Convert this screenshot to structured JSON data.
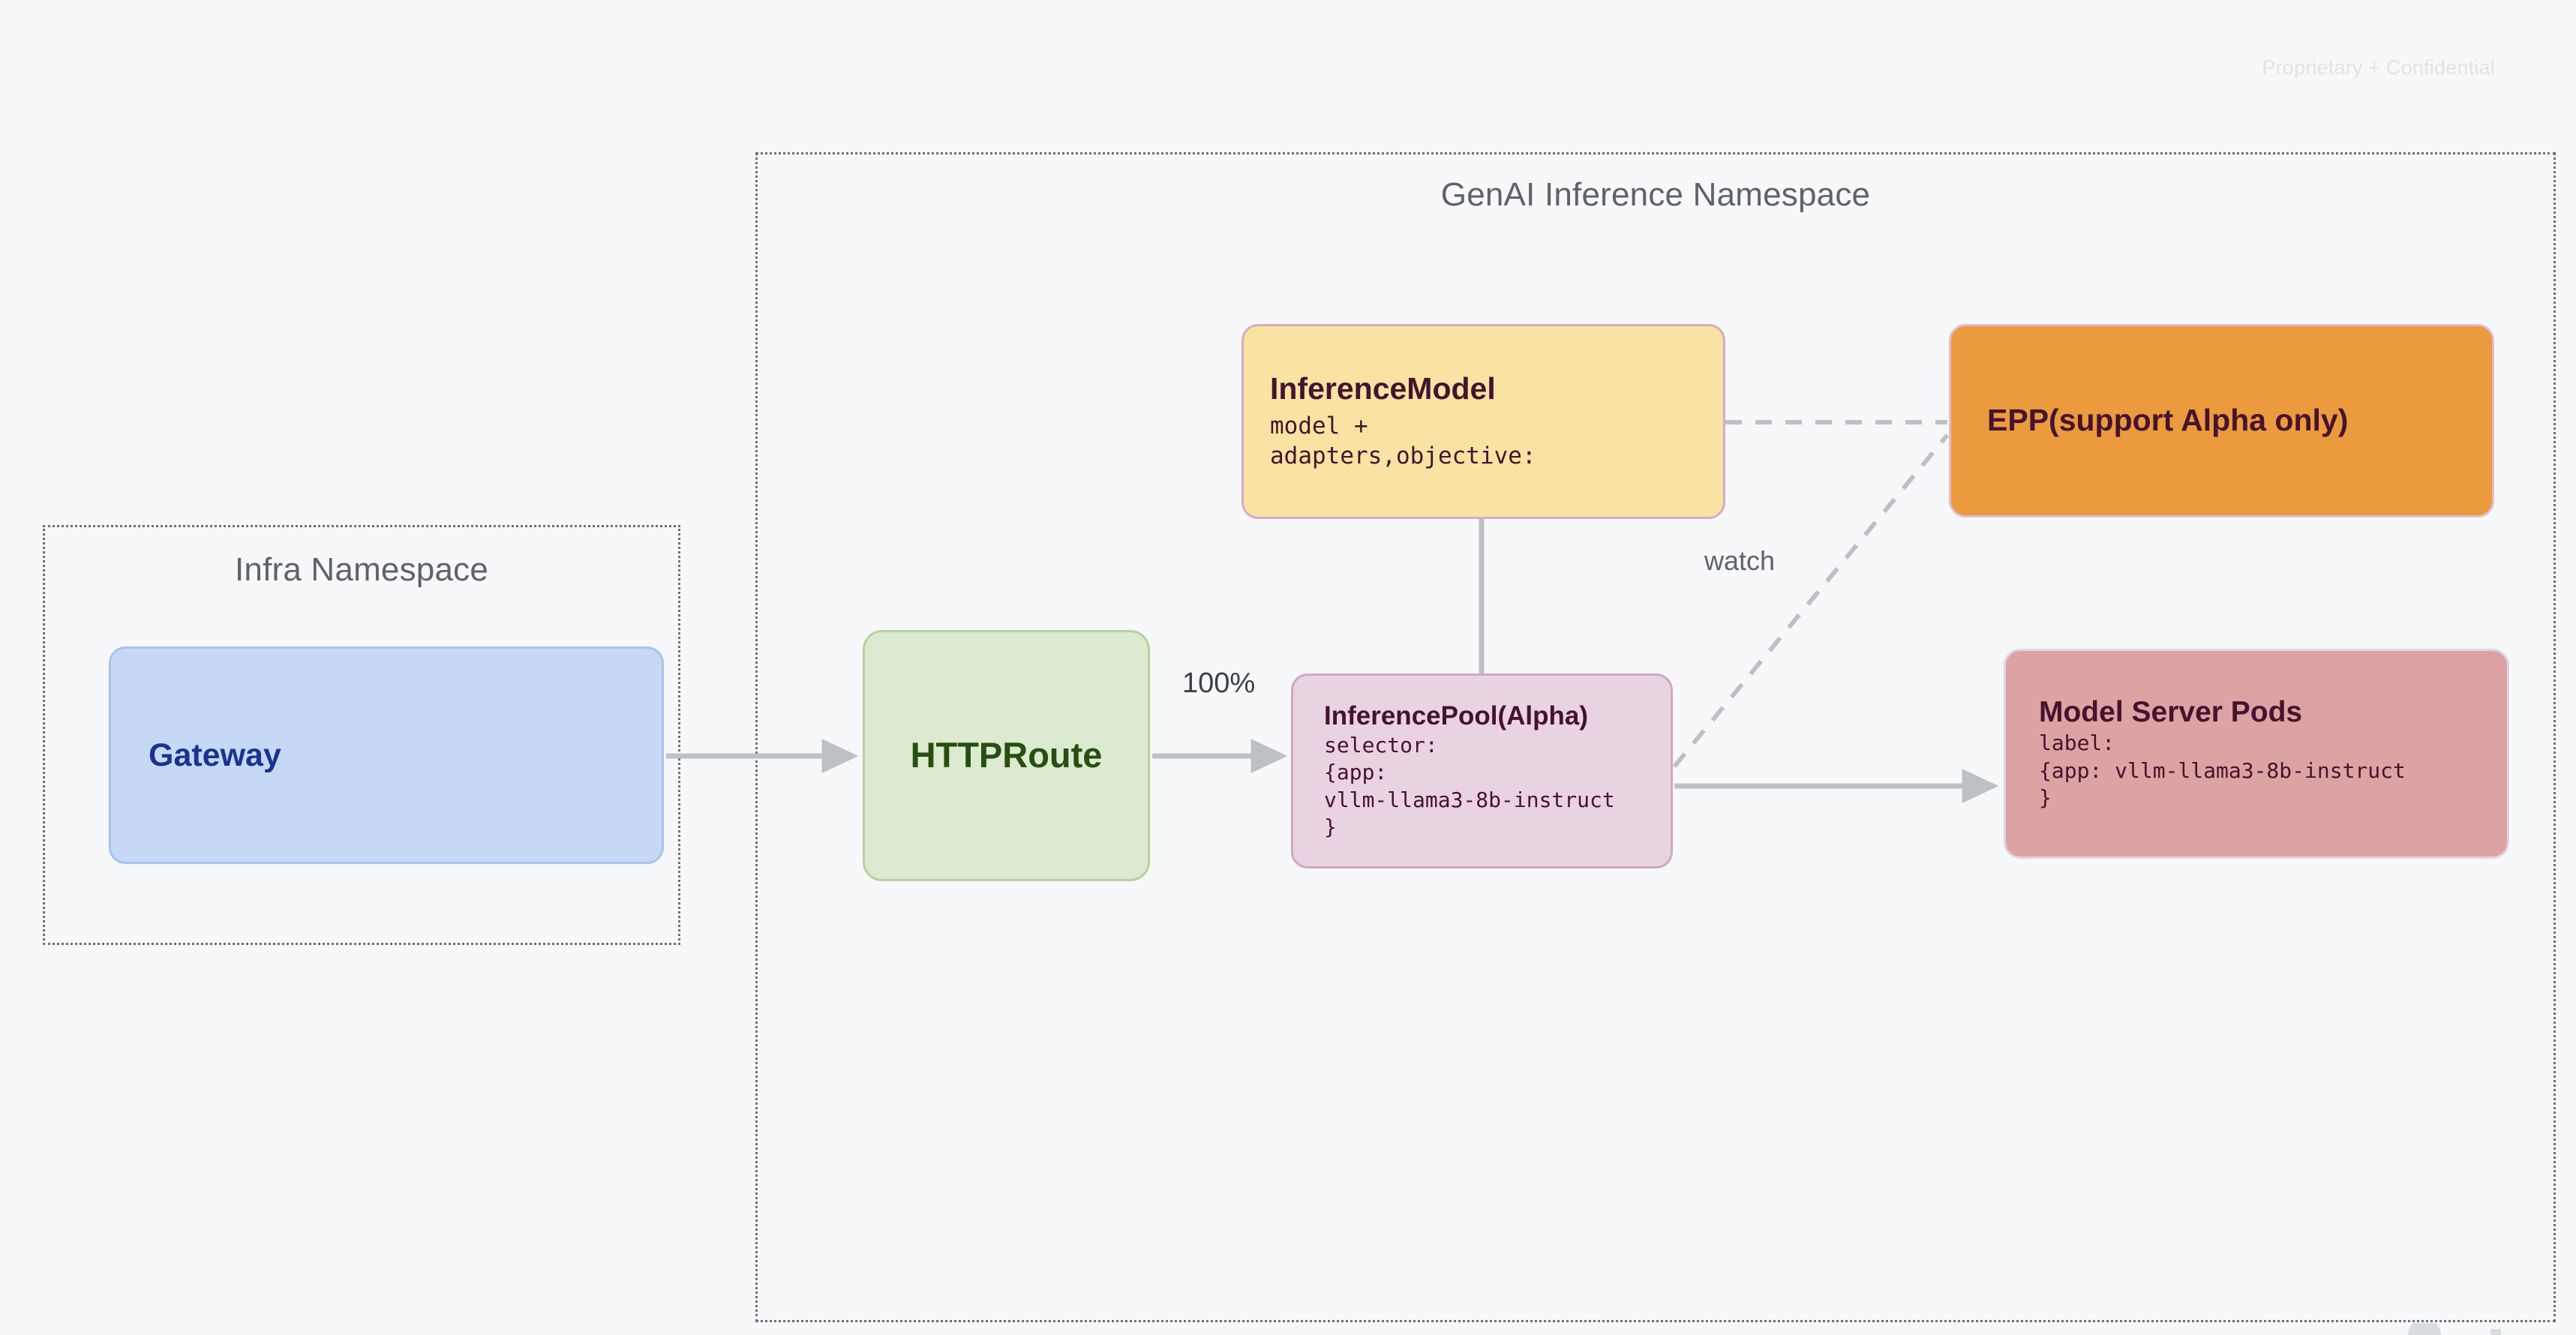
{
  "page": {
    "watermark": "Proprietary + Confidential",
    "background_color": "#f7f8fa"
  },
  "namespaces": [
    {
      "id": "infra",
      "title": "Infra Namespace",
      "border_style": "dotted",
      "border_color": "#6b7077"
    },
    {
      "id": "genai",
      "title": "GenAI Inference Namespace",
      "border_style": "dotted",
      "border_color": "#6b7077"
    }
  ],
  "nodes": {
    "gateway": {
      "title": "Gateway",
      "body": "",
      "fill": "#c5d9f7",
      "border": "#a7c3ee",
      "text_color": "#18348e"
    },
    "httproute": {
      "title": "HTTPRoute",
      "body": "",
      "fill": "#dceacf",
      "border": "#b4d49a",
      "text_color": "#274e13"
    },
    "inferencemodel": {
      "title": "InferenceModel",
      "body": "model +\nadapters,objective:",
      "fill": "#f9e3a2",
      "border": "#d9a9c4",
      "text_color": "#45132e"
    },
    "epp": {
      "title": "EPP(support Alpha only)",
      "body": "",
      "fill": "#eb9a3d",
      "border": "#e0bcd0",
      "text_color": "#45132e"
    },
    "inferencepool": {
      "title": "InferencePool(Alpha)",
      "body": "selector:\n{app:\nvllm-llama3-8b-instruct\n}",
      "fill": "#ead3e0",
      "border": "#cfa8c2",
      "text_color": "#45132e"
    },
    "modelserverpods": {
      "title": "Model Server Pods",
      "body": "label:\n{app: vllm-llama3-8b-instruct\n}",
      "fill": "#dda2a2",
      "border": "#dfd4e6",
      "text_color": "#45132e"
    }
  },
  "edges": [
    {
      "id": "gateway-to-httproute",
      "from": "gateway",
      "to": "httproute",
      "label": "",
      "style": "solid",
      "arrow": true,
      "color": "#bdc1c6"
    },
    {
      "id": "httproute-to-inferencepool",
      "from": "httproute",
      "to": "inferencepool",
      "label": "100%",
      "style": "solid",
      "arrow": true,
      "color": "#bdc1c6"
    },
    {
      "id": "inferencemodel-to-inferencepool",
      "from": "inferencemodel",
      "to": "inferencepool",
      "label": "",
      "style": "solid",
      "arrow": false,
      "color": "#bdc1c6"
    },
    {
      "id": "inferencemodel-to-epp",
      "from": "inferencemodel",
      "to": "epp",
      "label": "",
      "style": "dashed",
      "arrow": false,
      "color": "#bdc1c6"
    },
    {
      "id": "inferencepool-to-epp",
      "from": "inferencepool",
      "to": "epp",
      "label": "watch",
      "style": "dashed",
      "arrow": false,
      "color": "#bdc1c6"
    },
    {
      "id": "inferencepool-to-modelserverpods",
      "from": "inferencepool",
      "to": "modelserverpods",
      "label": "",
      "style": "solid",
      "arrow": true,
      "color": "#bdc1c6"
    }
  ],
  "edge_labels": {
    "traffic_weight": "100%",
    "watch": "watch"
  }
}
